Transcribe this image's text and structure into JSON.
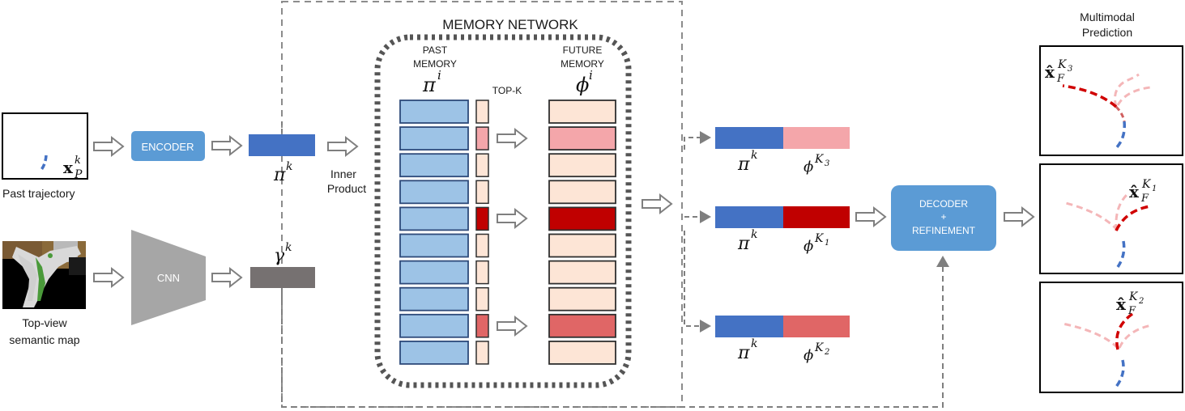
{
  "inputs": {
    "past_trajectory": "Past trajectory",
    "semantic_map_line1": "Top-view",
    "semantic_map_line2": "semantic map"
  },
  "blocks": {
    "encoder": "ENCODER",
    "cnn": "CNN",
    "decoder_line1": "DECODER",
    "decoder_line2": "+",
    "decoder_line3": "REFINEMENT",
    "inner_product_line1": "Inner",
    "inner_product_line2": "Product"
  },
  "memory": {
    "title": "MEMORY NETWORK",
    "past_line1": "PAST",
    "past_line2": "MEMORY",
    "future_line1": "FUTURE",
    "future_line2": "MEMORY",
    "topk": "TOP-K",
    "past_symbol": "π",
    "past_sup": "i",
    "future_symbol": "ϕ",
    "future_sup": "i",
    "past_slots": 10,
    "topk_colors": [
      "#fde5d6",
      "#f4a6aa",
      "#fde5d6",
      "#fde5d6",
      "#c00000",
      "#fde5d6",
      "#fde5d6",
      "#fde5d6",
      "#e06666",
      "#fde5d6"
    ],
    "future_colors": [
      "#fde5d6",
      "#f4a6aa",
      "#fde5d6",
      "#fde5d6",
      "#c00000",
      "#fde5d6",
      "#fde5d6",
      "#fde5d6",
      "#e06666",
      "#fde5d6"
    ]
  },
  "features": {
    "pi_k_symbol": "π",
    "pi_k_sup": "k",
    "gamma_k_symbol": "γ",
    "gamma_k_sup": "k"
  },
  "candidates": [
    {
      "pi": "π",
      "pi_sup": "k",
      "phi": "ϕ",
      "phi_sup": "K",
      "phi_sub": "3",
      "color": "#f4a6aa"
    },
    {
      "pi": "π",
      "pi_sup": "k",
      "phi": "ϕ",
      "phi_sup": "K",
      "phi_sub": "1",
      "color": "#c00000"
    },
    {
      "pi": "π",
      "pi_sup": "k",
      "phi": "ϕ",
      "phi_sup": "K",
      "phi_sub": "2",
      "color": "#e06666"
    }
  ],
  "output": {
    "title_line1": "Multimodal",
    "title_line2": "Prediction",
    "past_label": "x",
    "past_sup": "k",
    "past_sub": "P",
    "panels": [
      {
        "label": "x̂",
        "sub": "F",
        "sup": "K",
        "supsub": "3"
      },
      {
        "label": "x̂",
        "sub": "F",
        "sup": "K",
        "supsub": "1"
      },
      {
        "label": "x̂",
        "sub": "F",
        "sup": "K",
        "supsub": "2"
      }
    ]
  },
  "colors": {
    "blue_past": "#4472c4",
    "memory_blue": "#9dc3e6",
    "light_pink": "#fde5d6",
    "gray_gamma": "#767171",
    "decoder_blue": "#5b9bd5"
  }
}
